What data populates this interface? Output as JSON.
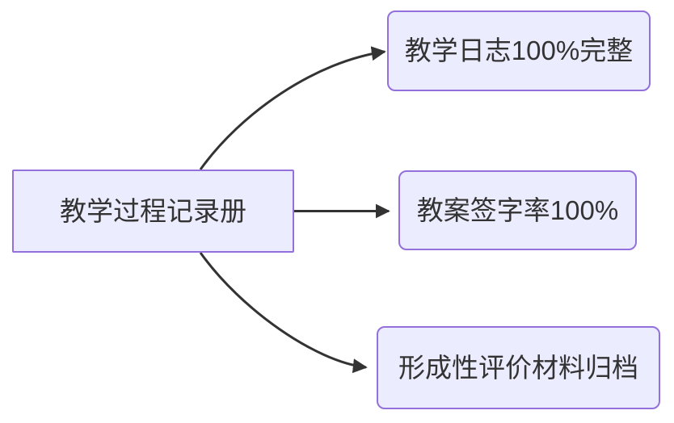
{
  "diagram": {
    "type": "flowchart",
    "direction": "left-to-right",
    "colors": {
      "background": "#FFFFFF",
      "node_fill": "#ECECFF",
      "node_border": "#9370DB",
      "node_text": "#333333",
      "edge": "#333333"
    },
    "source": {
      "label": "教学过程记录册",
      "shape": "rectangle"
    },
    "targets": [
      {
        "label": "教学日志100%完整",
        "shape": "rounded-rectangle"
      },
      {
        "label": "教案签字率100%",
        "shape": "rounded-rectangle"
      },
      {
        "label": "形成性评价材料归档",
        "shape": "rounded-rectangle"
      }
    ],
    "edges": [
      {
        "from": "教学过程记录册",
        "to": "教学日志100%完整",
        "style": "curved-up-arrow"
      },
      {
        "from": "教学过程记录册",
        "to": "教案签字率100%",
        "style": "straight-arrow"
      },
      {
        "from": "教学过程记录册",
        "to": "形成性评价材料归档",
        "style": "curved-down-arrow"
      }
    ]
  }
}
